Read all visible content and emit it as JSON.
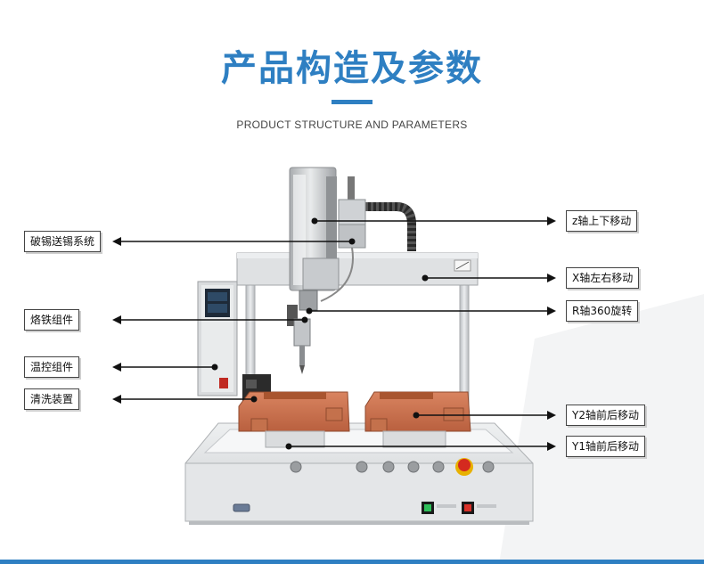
{
  "header": {
    "title": "产品构造及参数",
    "subtitle": "PRODUCT STRUCTURE AND PARAMETERS"
  },
  "labels": {
    "left": [
      {
        "id": "tin-feed",
        "text": "破锡送锡系统"
      },
      {
        "id": "iron",
        "text": "烙铁组件"
      },
      {
        "id": "temp",
        "text": "温控组件"
      },
      {
        "id": "clean",
        "text": "清洗装置"
      }
    ],
    "right": [
      {
        "id": "z-axis",
        "text": "z轴上下移动"
      },
      {
        "id": "x-axis",
        "text": "X轴左右移动"
      },
      {
        "id": "r-axis",
        "text": "R轴360旋转"
      },
      {
        "id": "y2-axis",
        "text": "Y2轴前后移动"
      },
      {
        "id": "y1-axis",
        "text": "Y1轴前后移动"
      }
    ]
  },
  "colors": {
    "accent": "#2e7fc2",
    "fixture": "#c96e4a",
    "frame": "#d6d8da",
    "arrow": "#111111"
  }
}
